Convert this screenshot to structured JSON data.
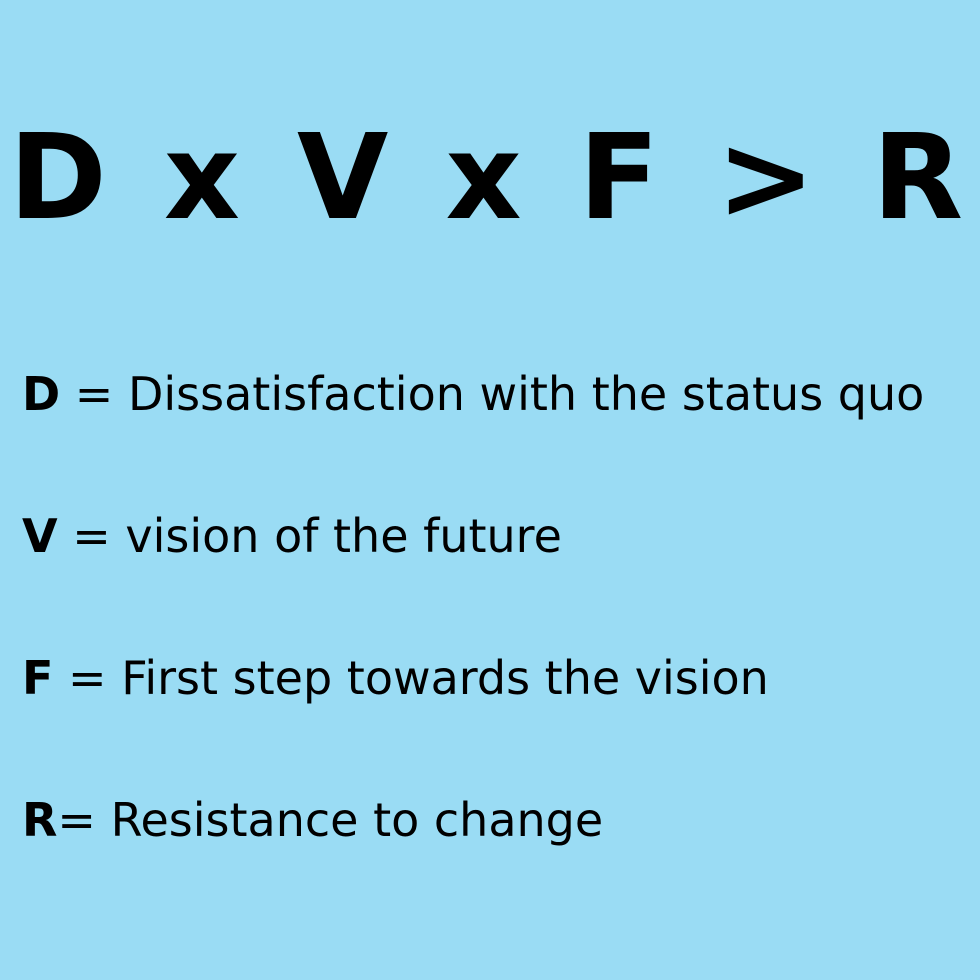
{
  "formula": "D x V x F > R",
  "definitions": [
    {
      "key": "D",
      "text": " = Dissatisfaction with the status quo"
    },
    {
      "key": "V",
      "text": " = vision of the future"
    },
    {
      "key": "F",
      "text": " = First step towards the vision"
    },
    {
      "key": "R",
      "text": "= Resistance to change"
    }
  ],
  "colors": {
    "background": "#9adcf4",
    "text": "#000000"
  }
}
